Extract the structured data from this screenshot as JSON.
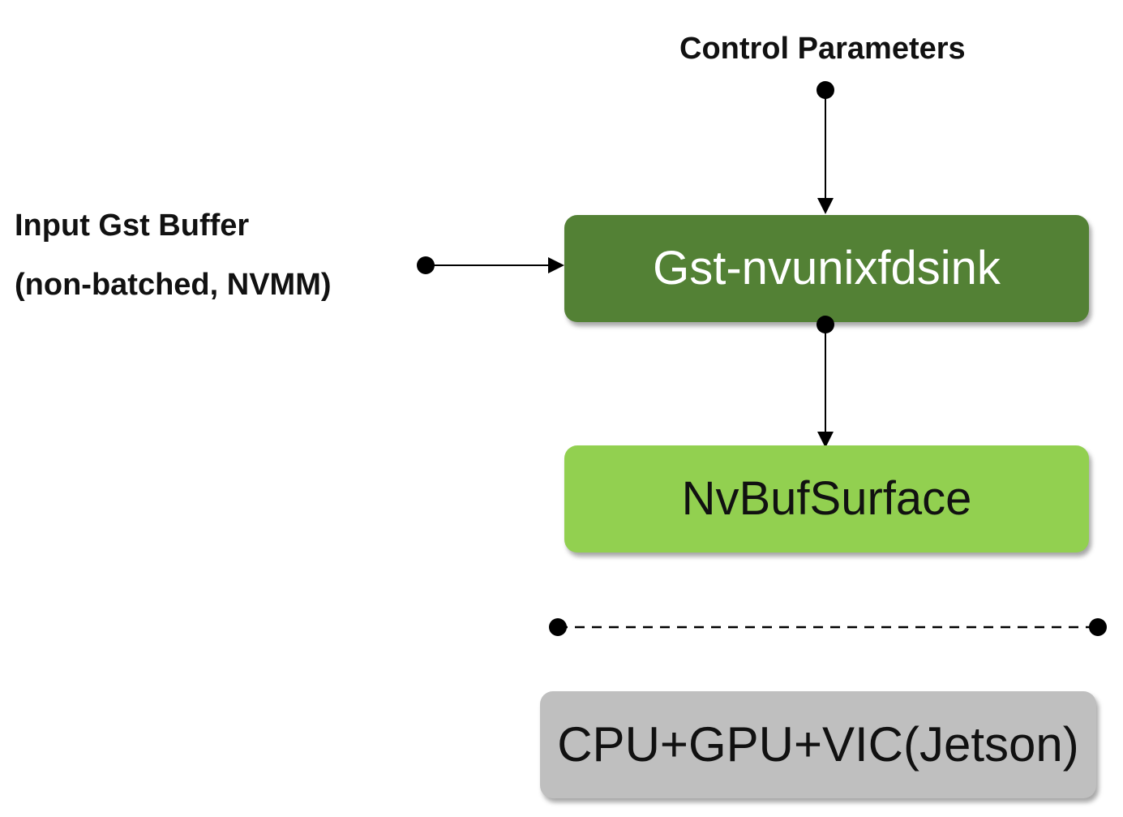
{
  "labels": {
    "control_parameters": "Control Parameters",
    "input_line1": "Input Gst Buffer",
    "input_line2": "(non-batched, NVMM)"
  },
  "boxes": {
    "plugin": {
      "text": "Gst-nvunixfdsink",
      "color": "#538135"
    },
    "surface": {
      "text": "NvBufSurface",
      "color": "#92d050"
    },
    "hardware": {
      "text": "CPU+GPU+VIC(Jetson)",
      "color": "#bfbfbf"
    }
  },
  "colors": {
    "connector": "#000000",
    "background": "#ffffff"
  }
}
